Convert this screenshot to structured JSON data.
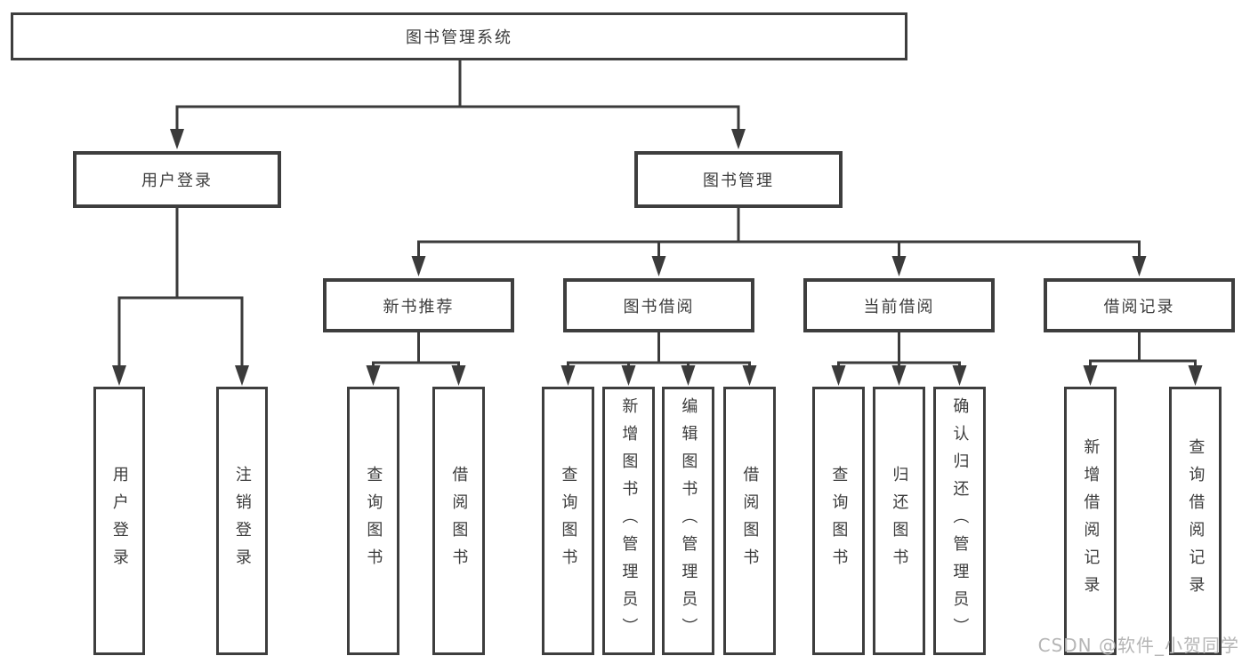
{
  "diagram": {
    "root": "图书管理系统",
    "level2": [
      {
        "label": "用户登录"
      },
      {
        "label": "图书管理"
      }
    ],
    "level3": [
      {
        "label": "新书推荐"
      },
      {
        "label": "图书借阅"
      },
      {
        "label": "当前借阅"
      },
      {
        "label": "借阅记录"
      }
    ],
    "leafGroups": [
      {
        "parent": "用户登录",
        "items": [
          "用户登录",
          "注销登录"
        ]
      },
      {
        "parent": "新书推荐",
        "items": [
          "查询图书",
          "借阅图书"
        ]
      },
      {
        "parent": "图书借阅",
        "items": [
          "查询图书",
          "新增图书（管理员）",
          "编辑图书（管理员）",
          "借阅图书"
        ]
      },
      {
        "parent": "当前借阅",
        "items": [
          "查询图书",
          "归还图书",
          "确认归还（管理员）"
        ]
      },
      {
        "parent": "借阅记录",
        "items": [
          "新增借阅记录",
          "查询借阅记录"
        ]
      }
    ]
  },
  "watermark": "CSDN @软件_小贺同学",
  "colors": {
    "line": "#3b3b3b",
    "box_border": "#3e3e3e",
    "text": "#3c3c3c",
    "watermark": "#b5b5b5",
    "background": "#ffffff"
  }
}
